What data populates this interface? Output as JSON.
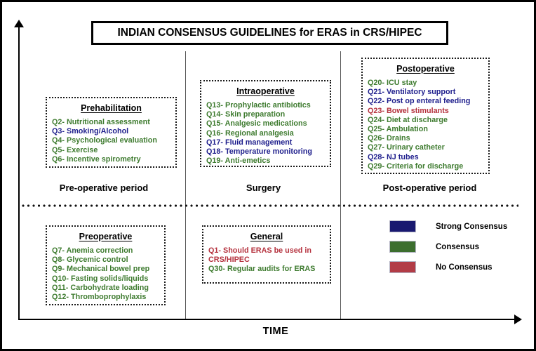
{
  "title_box": {
    "text": "INDIAN CONSENSUS GUIDELINES for ERAS in CRS/HIPEC"
  },
  "time_axis": {
    "label": "TIME"
  },
  "item_colors": {
    "strong": "#1e1e8c",
    "consensus": "#3e7b2f",
    "none": "#b5323e"
  },
  "periods": [
    {
      "label": "Pre-operative period"
    },
    {
      "label": "Surgery"
    },
    {
      "label": "Post-operative period"
    }
  ],
  "boxes": [
    {
      "id": "prehabilitation",
      "title": "Prehabilitation",
      "items": [
        {
          "text": "Q2- Nutritional assessment",
          "level": "consensus"
        },
        {
          "text": "Q3- Smoking/Alcohol",
          "level": "strong"
        },
        {
          "text": "Q4- Psychological evaluation",
          "level": "consensus"
        },
        {
          "text": "Q5- Exercise",
          "level": "consensus"
        },
        {
          "text": "Q6- Incentive spirometry",
          "level": "consensus"
        }
      ]
    },
    {
      "id": "intraoperative",
      "title": "Intraoperative",
      "items": [
        {
          "text": "Q13- Prophylactic antibiotics",
          "level": "consensus"
        },
        {
          "text": "Q14- Skin preparation",
          "level": "consensus"
        },
        {
          "text": "Q15- Analgesic medications",
          "level": "consensus"
        },
        {
          "text": "Q16- Regional analgesia",
          "level": "consensus"
        },
        {
          "text": "Q17- Fluid management",
          "level": "strong"
        },
        {
          "text": "Q18- Temperature monitoring",
          "level": "strong"
        },
        {
          "text": "Q19- Anti-emetics",
          "level": "consensus"
        }
      ]
    },
    {
      "id": "postoperative",
      "title": "Postoperative",
      "items": [
        {
          "text": "Q20- ICU stay",
          "level": "consensus"
        },
        {
          "text": "Q21- Ventilatory support",
          "level": "strong"
        },
        {
          "text": "Q22- Post op enteral feeding",
          "level": "strong"
        },
        {
          "text": "Q23- Bowel stimulants",
          "level": "none"
        },
        {
          "text": "Q24- Diet at discharge",
          "level": "consensus"
        },
        {
          "text": "Q25- Ambulation",
          "level": "consensus"
        },
        {
          "text": "Q26- Drains",
          "level": "consensus"
        },
        {
          "text": "Q27- Urinary catheter",
          "level": "consensus"
        },
        {
          "text": "Q28- NJ tubes",
          "level": "strong"
        },
        {
          "text": "Q29- Criteria for discharge",
          "level": "consensus"
        }
      ]
    },
    {
      "id": "preoperative",
      "title": "Preoperative",
      "items": [
        {
          "text": "Q7- Anemia correction",
          "level": "consensus"
        },
        {
          "text": "Q8- Glycemic control",
          "level": "consensus"
        },
        {
          "text": "Q9- Mechanical bowel prep",
          "level": "consensus"
        },
        {
          "text": "Q10- Fasting solids/liquids",
          "level": "consensus"
        },
        {
          "text": "Q11- Carbohydrate loading",
          "level": "consensus"
        },
        {
          "text": "Q12- Thromboprophylaxis",
          "level": "consensus"
        }
      ]
    },
    {
      "id": "general",
      "title": "General",
      "items": [
        {
          "text": "Q1- Should ERAS be used in CRS/HIPEC",
          "level": "none"
        },
        {
          "text": "Q30- Regular audits for ERAS",
          "level": "consensus"
        }
      ]
    }
  ],
  "legend": {
    "items": [
      {
        "label": "Strong Consensus",
        "color": "#191970"
      },
      {
        "label": "Consensus",
        "color": "#3c6e2e"
      },
      {
        "label": "No Consensus",
        "color": "#b23c46"
      }
    ]
  }
}
